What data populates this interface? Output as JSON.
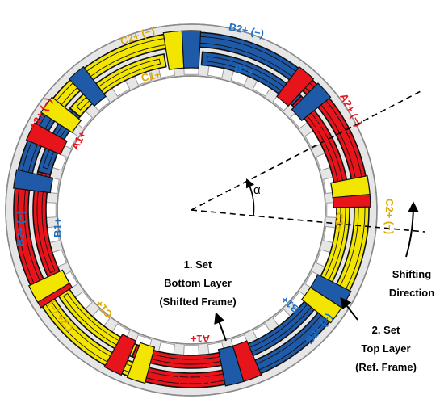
{
  "colors": {
    "phase_a": "#e8141b",
    "phase_b": "#1f5aa8",
    "phase_c": "#f2e600",
    "label_a": "#e8141b",
    "label_b": "#1e6fc2",
    "label_c": "#e0a800",
    "stator_fill": "#e6e6e6",
    "stator_stroke": "#8a8a8a",
    "coil_outline": "#111111"
  },
  "icons": {
    "direction_arrow": "curved-arrow-icon"
  },
  "winding_labels": {
    "outer_top_c2": "C2+ (−)",
    "outer_top_b2": "B2+ (−)",
    "outer_right_a2": "A2+ (−)",
    "outer_right_c2": "C2+ (−)",
    "outer_bottom_b2": "B2+ (−)",
    "outer_bottom_a2": "A2+ (−)",
    "outer_left_c2": "C2+ (−)",
    "outer_left_b2": "B2+ (−)",
    "outer_left_a2": "A2+ (−)",
    "inner_top_c1": "C1+",
    "inner_top_b1": "B1+",
    "inner_right_a1": "A1+",
    "inner_right_c1": "C1+",
    "inner_bottom_b1": "B1+",
    "inner_bottom_a1": "A1+",
    "inner_left_c1": "C1+",
    "inner_left_b1": "B1+",
    "inner_left_a1": "A1+"
  },
  "angle_symbol": "α",
  "annotations": {
    "bottom_layer": [
      "1. Set",
      "Bottom Layer",
      "(Shifted Frame)"
    ],
    "top_layer": [
      "2. Set",
      "Top Layer",
      "(Ref. Frame)"
    ],
    "shifting": [
      "Shifting",
      "Direction"
    ]
  }
}
